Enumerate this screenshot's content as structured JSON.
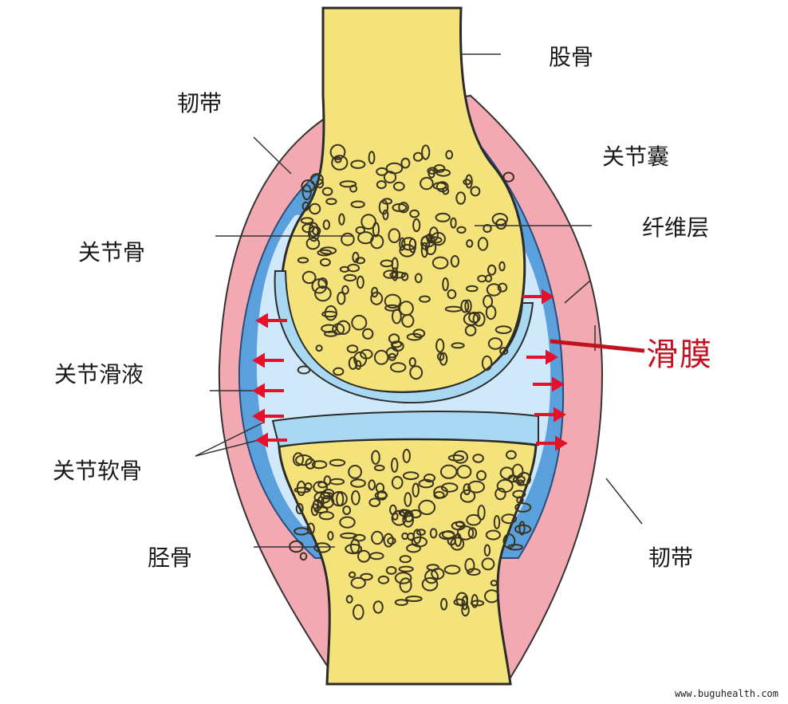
{
  "labels": {
    "femur": "股骨",
    "ligament_top": "韧带",
    "capsule": "关节囊",
    "fibrous_layer": "纤维层",
    "articular_bone": "关节骨",
    "synovium": "滑膜",
    "synovial_fluid": "关节滑液",
    "cartilage": "关节软骨",
    "tibia": "胫骨",
    "ligament_bottom": "韧带"
  },
  "watermark": "www.buguhealth.com",
  "colors": {
    "bone": "#f4e37a",
    "bone_outline": "#2b2b2b",
    "cartilage": "#a9d9f2",
    "synovial_fluid": "#cfe9fb",
    "synovium": "#5aa0dd",
    "capsule": "#f3a9b1",
    "arrow": "#e5102a",
    "synovium_label": "#c1121f"
  }
}
